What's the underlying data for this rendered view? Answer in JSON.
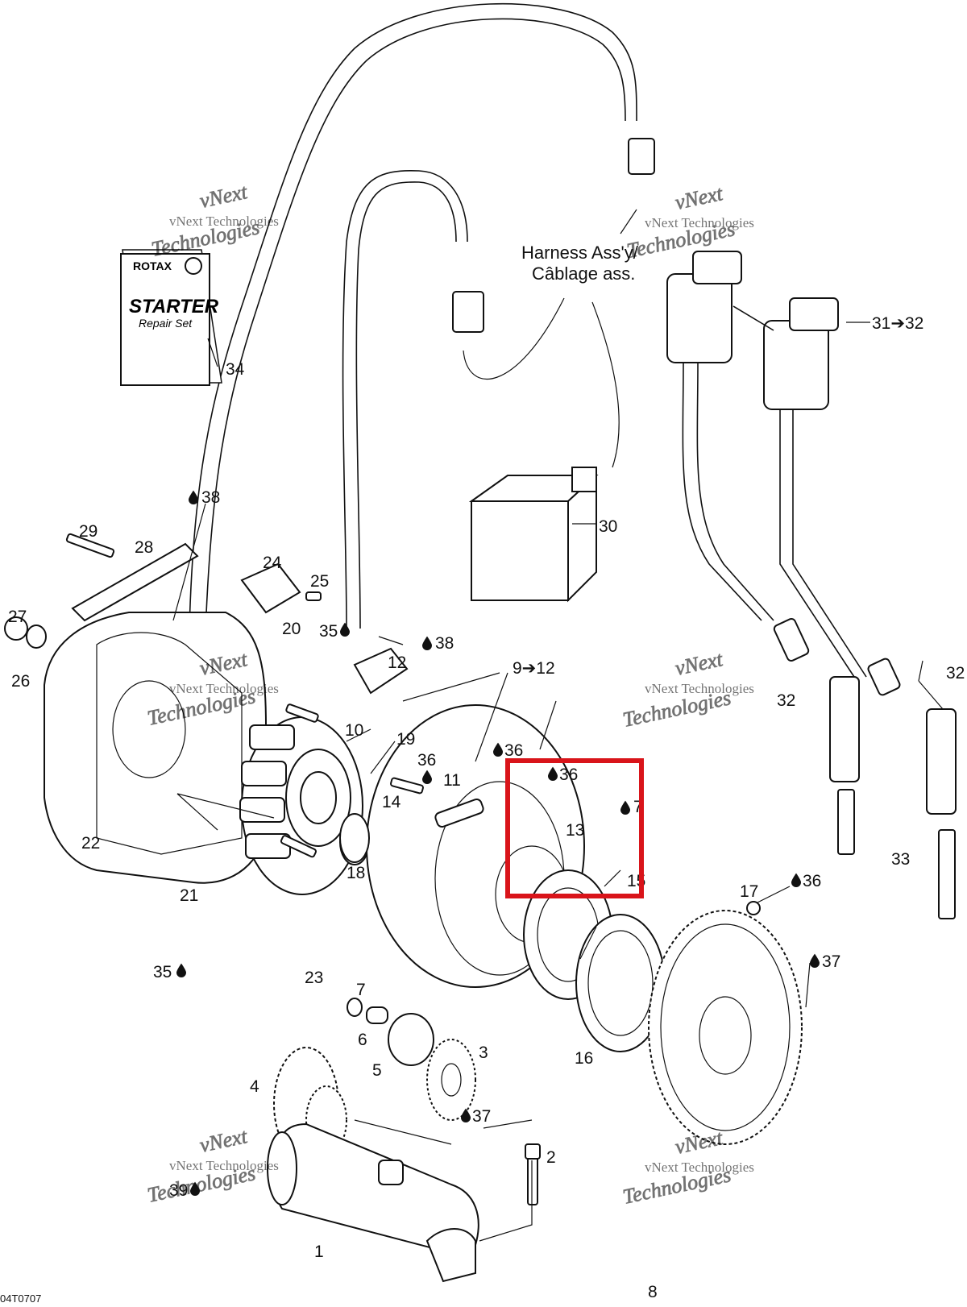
{
  "harness_label": {
    "line1": "Harness Ass'y/",
    "line2": "Câblage ass."
  },
  "manual": {
    "brand": "ROTAX",
    "title": "STARTER",
    "subtitle": "Repair Set"
  },
  "drawing_code": "04T0707",
  "watermark": {
    "line1": "vNext",
    "line2": "vNext Technologies",
    "line3": "Technologies"
  },
  "highlight_color": "#d9141a",
  "callouts": {
    "n1": "1",
    "n2": "2",
    "n3": "3",
    "n4": "4",
    "n5": "5",
    "n6": "6",
    "n7": "7",
    "n8": "8",
    "n9to12": "9➔12",
    "n10": "10",
    "n11": "11",
    "n12": "12",
    "n13": "13",
    "n14": "14",
    "n15": "15",
    "n16": "16",
    "n17": "17",
    "n18": "18",
    "n19": "19",
    "n20": "20",
    "n21": "21",
    "n22": "22",
    "n23": "23",
    "n24": "24",
    "n25": "25",
    "n26": "26",
    "n27": "27",
    "n28": "28",
    "n29": "29",
    "n30": "30",
    "n31to32": "31➔32",
    "n32a": "32",
    "n32b": "32",
    "n33": "33",
    "n34": "34",
    "n35a": "35",
    "n35b": "35",
    "n36a": "36",
    "n36b": "36",
    "n36c": "36",
    "n36d": "36",
    "n37a": "37",
    "n37b": "37",
    "n37c": "7",
    "n38a": "38",
    "n38b": "38",
    "n39": "39"
  }
}
